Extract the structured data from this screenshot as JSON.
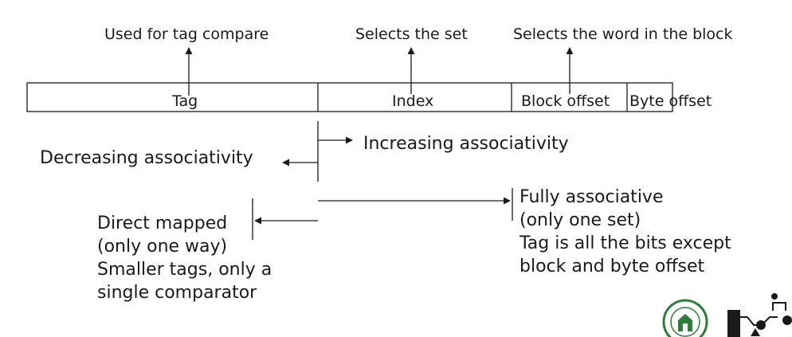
{
  "annotations": {
    "tag_purpose": "Used for tag compare",
    "index_purpose": "Selects the set",
    "block_offset_purpose": "Selects the word in the block"
  },
  "address_fields": {
    "tag": "Tag",
    "index": "Index",
    "block_offset": "Block offset",
    "byte_offset_part1": "Byte ",
    "byte_offset_part2": "offset"
  },
  "directions": {
    "increasing": "Increasing associativity",
    "decreasing": "Decreasing associativity"
  },
  "direct_mapped": {
    "lines": [
      "Direct mapped",
      "(only one way)",
      "Smaller tags, only a",
      "single comparator"
    ]
  },
  "fully_associative": {
    "lines": [
      "Fully associative",
      "(only one set)",
      "Tag is all the bits except",
      "block and byte offset"
    ]
  },
  "colors": {
    "line": "#1a1a1a",
    "logo_green": "#2e7d3a"
  },
  "icons": [
    "university-seal-icon",
    "circuit-logo-icon"
  ]
}
